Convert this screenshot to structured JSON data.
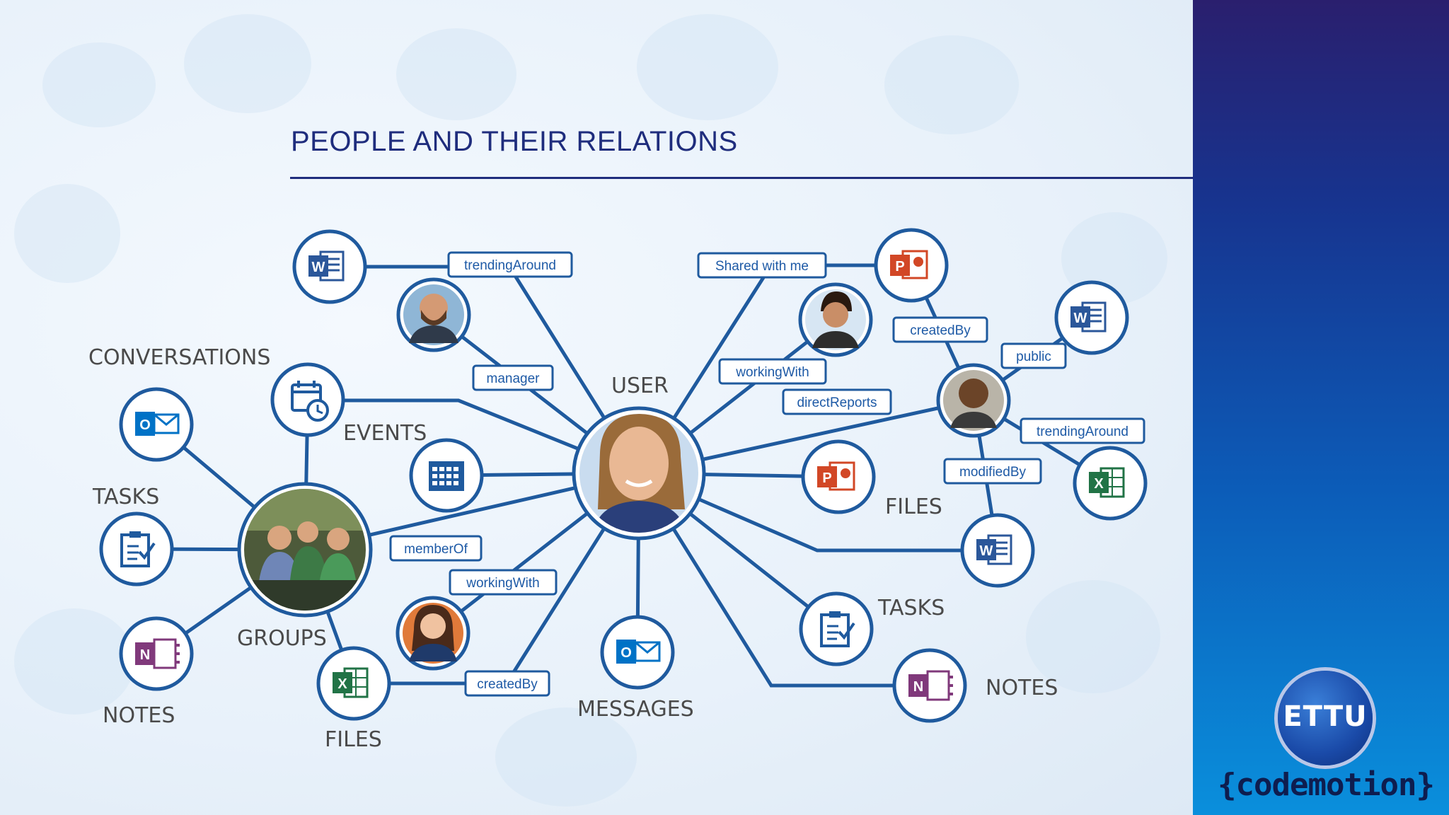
{
  "slide": {
    "title": "PEOPLE AND THEIR RELATIONS",
    "accent_color": "#1f5a9e",
    "title_color": "#1f2d7d"
  },
  "categories": {
    "conversations": "CONVERSATIONS",
    "events": "EVENTS",
    "tasks_left": "TASKS",
    "notes_left": "NOTES",
    "groups": "GROUPS",
    "files_left": "FILES",
    "user": "USER",
    "messages": "MESSAGES",
    "files_right": "FILES",
    "tasks_right": "TASKS",
    "notes_right": "NOTES"
  },
  "relations": {
    "trendingAround_left": "trendingAround",
    "manager": "manager",
    "memberOf": "memberOf",
    "workingWith_left": "workingWith",
    "createdBy_left": "createdBy",
    "sharedWithMe": "Shared with me",
    "workingWith_right": "workingWith",
    "directReports": "directReports",
    "createdBy_right": "createdBy",
    "public": "public",
    "trendingAround_right": "trendingAround",
    "modifiedBy": "modifiedBy"
  },
  "icons": {
    "word": "W",
    "powerpoint": "P",
    "excel": "X",
    "outlook": "O",
    "onenote": "N"
  },
  "branding": {
    "logo": "ETTU",
    "sublogo": "{codemotion}"
  }
}
